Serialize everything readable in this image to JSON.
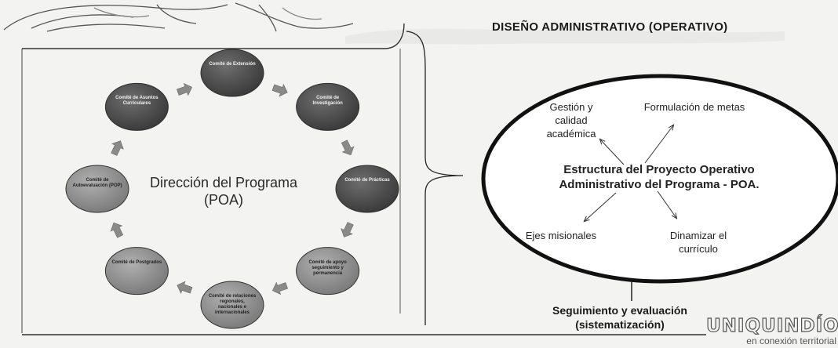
{
  "title": "DISEÑO ADMINISTRATIVO  (OPERATIVO)",
  "center": {
    "line1": "Dirección del Programa",
    "line2": "(POA)"
  },
  "committees": [
    "Comité de Extensión",
    "Comité de Investigación",
    "Comité de Prácticas",
    "Comité de apoyo seguimiento y permanencia",
    "Comité de relaciones regionales, nacionales e internacionales",
    "Comité de Postgrados",
    "Comité de Autoevaluación (POP)",
    "Comité de Asuntos Curriculares"
  ],
  "oval": {
    "center_line1": "Estructura del Proyecto Operativo",
    "center_line2": "Administrativo del Programa - POA.",
    "gestion": "Gestión y calidad académica",
    "metas": "Formulación de metas",
    "ejes": "Ejes misionales",
    "dinamizar": "Dinamizar el currículo"
  },
  "seguimiento": {
    "line1": "Seguimiento y evaluación",
    "line2": "(sistematización)"
  },
  "logo": {
    "name": "UNIQUINDÍO",
    "tagline": "en conexión territorial"
  },
  "colors": {
    "dark_node": "#505050",
    "light_node": "#8f8f8f",
    "arrow": "#8a8a8a",
    "line": "#2a2a2a"
  }
}
